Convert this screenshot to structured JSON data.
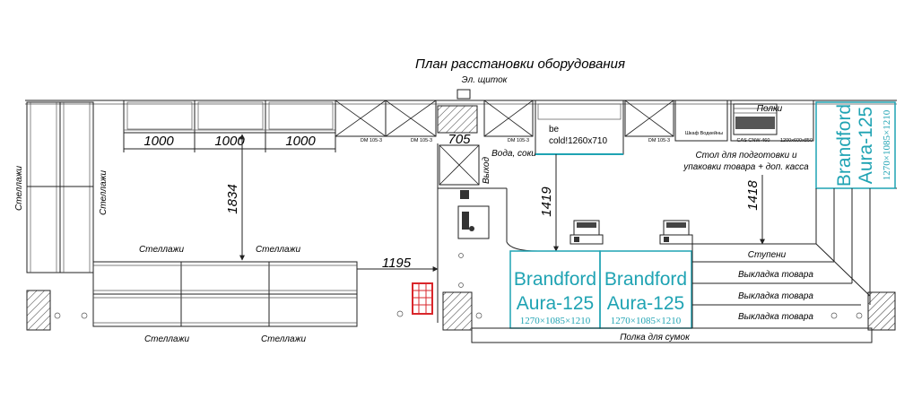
{
  "title": "План расстановки оборудования",
  "labels": {
    "el_panel": "Эл. щиток",
    "stellazhi": "Стеллажи",
    "water": "Вода, соки",
    "exit": "Выход",
    "polki": "Полки",
    "table_line1": "Стол для подготовки и",
    "table_line2": "упаковки товара + доп. касса",
    "stupeni": "Ступени",
    "vykladka": "Выкладка товара",
    "bag_shelf": "Полка для сумок",
    "be_cold_line1": "be",
    "be_cold_line2": "cold!1260x710",
    "dm": "DM 105-3",
    "shkaf": "Шкаф Водкейны",
    "cas": "CAS CNW-460",
    "dims_small": "1200x600x850"
  },
  "dimensions": {
    "shelf1": "1000",
    "shelf2": "1000",
    "shelf3": "1000",
    "d705": "705",
    "d1834": "1834",
    "d1195": "1195",
    "d1419": "1419",
    "d1418": "1418"
  },
  "brandford": {
    "name": "Brandford",
    "model": "Aura-125",
    "spec": "1270×1085×1210"
  },
  "colors": {
    "line": "#222222",
    "accent": "#1fa3b3",
    "fire_extinguisher": "#d9262b"
  }
}
